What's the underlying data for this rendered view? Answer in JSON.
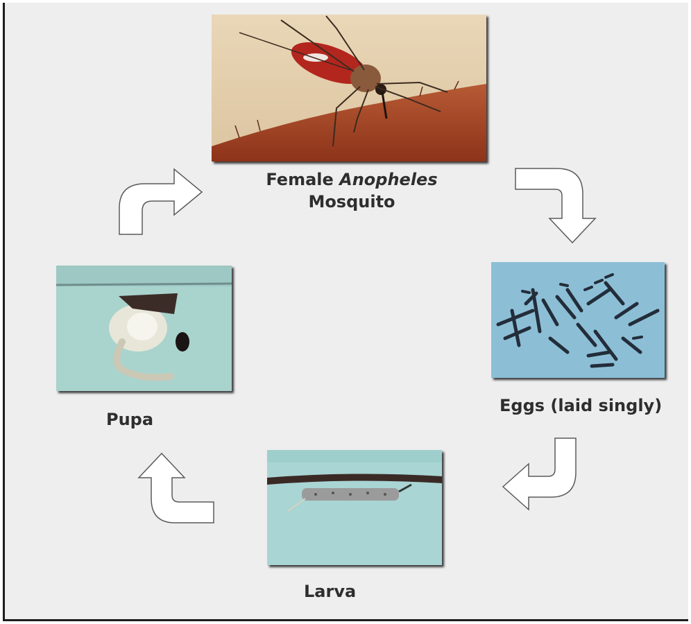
{
  "stages": {
    "adult": {
      "name_prefix": "Female ",
      "name_italic": "Anopheles",
      "name_suffix": "Mosquito"
    },
    "eggs": {
      "label": "Eggs (laid singly)"
    },
    "larva": {
      "label": "Larva"
    },
    "pupa": {
      "label": "Pupa"
    }
  }
}
